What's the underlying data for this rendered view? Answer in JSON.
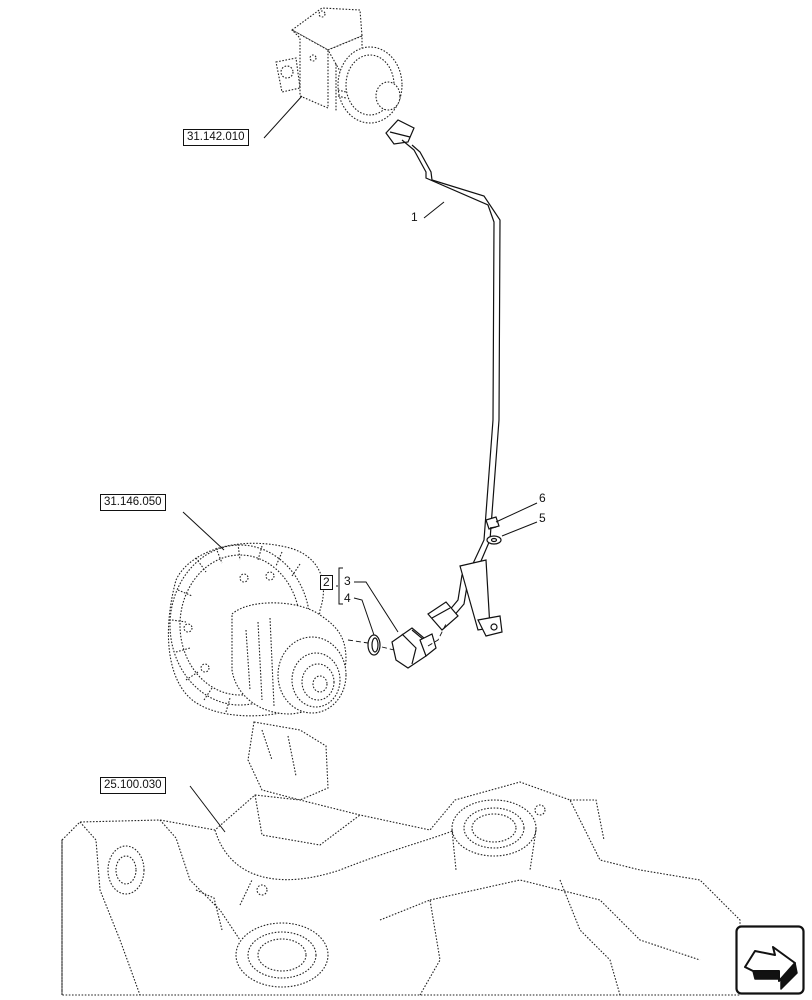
{
  "references": {
    "valve_ref": "31.142.010",
    "hub_ref": "31.146.050",
    "axle_ref": "25.100.030"
  },
  "callouts": {
    "pipe": "1",
    "kit": "2",
    "fitting": "3",
    "seal_ring": "4",
    "washer": "5",
    "bolt": "6"
  },
  "navigation": {
    "icon": "next-page-arrow-icon"
  }
}
